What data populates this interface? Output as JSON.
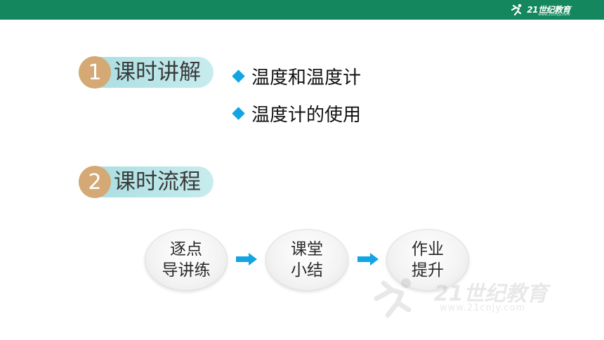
{
  "header": {
    "brand_text": "21世纪教育",
    "brand_url": "www.21cnjy.com",
    "bar_color": "#14875e"
  },
  "sections": [
    {
      "number": "1",
      "title": "课时讲解"
    },
    {
      "number": "2",
      "title": "课时流程"
    }
  ],
  "bullets": [
    {
      "icon": "diamond-bullet-icon",
      "text": "温度和温度计"
    },
    {
      "icon": "diamond-bullet-icon",
      "text": "温度计的使用"
    }
  ],
  "flow": {
    "steps": [
      {
        "line1": "逐点",
        "line2": "导讲练"
      },
      {
        "line1": "课堂",
        "line2": "小结"
      },
      {
        "line1": "作业",
        "line2": "提升"
      }
    ],
    "arrow_icon": "right-arrow-icon",
    "arrow_color": "#12a4e3"
  },
  "watermark": {
    "text": "21世纪教育",
    "url": "www.21cnjy.com"
  },
  "colors": {
    "accent": "#12a4e3",
    "number_circle": "#d5a975",
    "pill": "#a6dde0"
  }
}
